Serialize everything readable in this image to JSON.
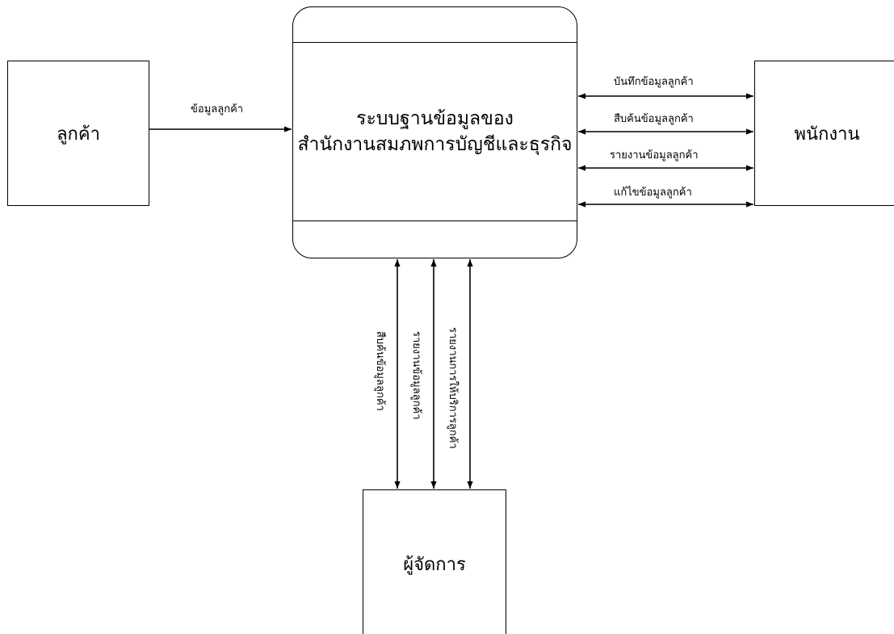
{
  "entities": {
    "customer": "ลูกค้า",
    "staff": "พนักงาน",
    "manager": "ผู้จัดการ"
  },
  "process": {
    "line1": "ระบบฐานข้อมูลของ",
    "line2": "สำนักงานสมภพการบัญชีและธุรกิจ"
  },
  "flows": {
    "customer_to_system": "ข้อมูลลูกค้า",
    "staff_flows": [
      "บันทึกข้อมูลลูกค้า",
      "สืบค้นข้อมูลลูกค้า",
      "รายงานข้อมูลลูกค้า",
      "แก้ไขข้อมูลลูกค้า"
    ],
    "manager_flows": [
      "สืบค้นข้อมูลลูกค้า",
      "รายงานข้อมูลลูกค้า",
      "รายงานการให้บริการลูกค้า"
    ]
  }
}
